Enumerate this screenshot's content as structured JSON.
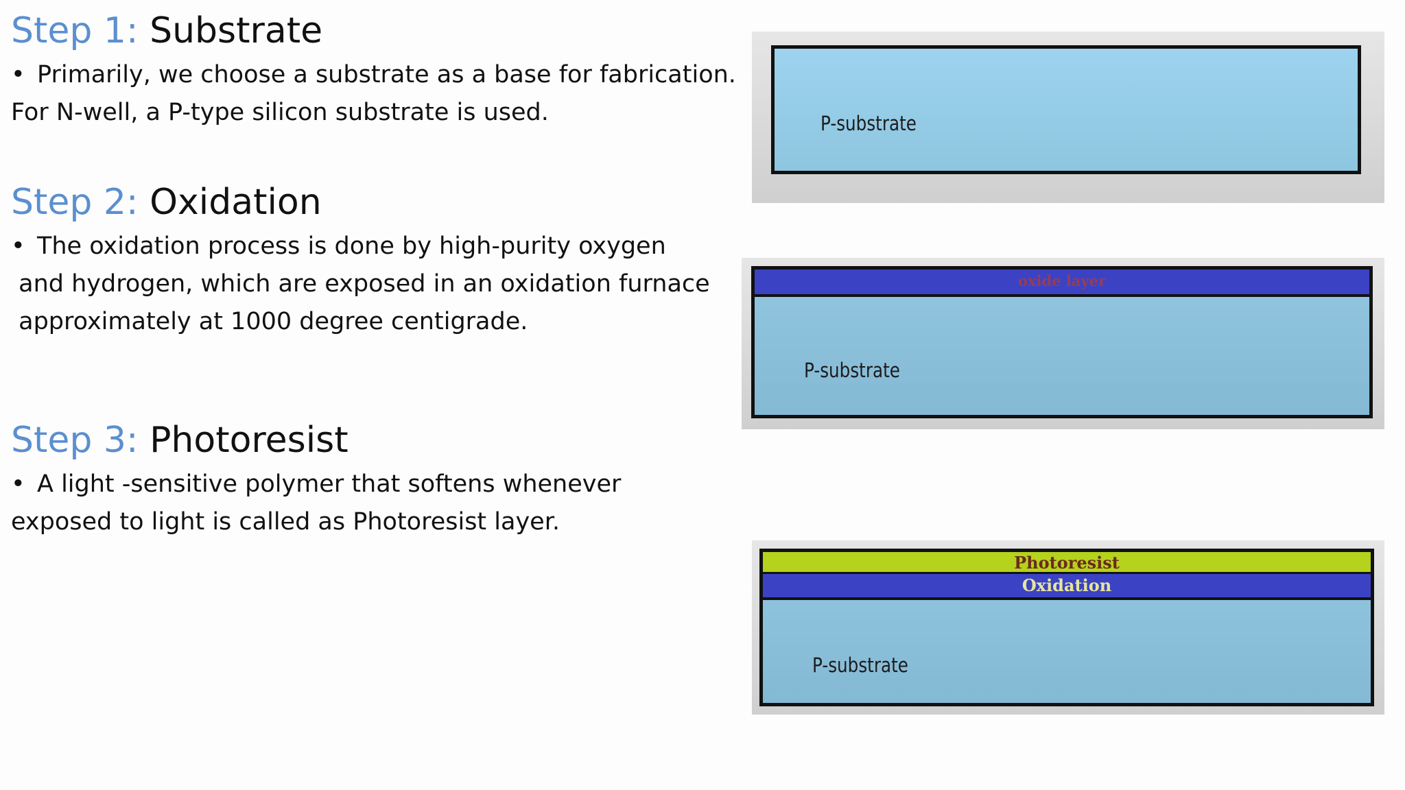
{
  "steps": [
    {
      "number": "Step 1:",
      "name": "Substrate",
      "lines": [
        "Primarily, we choose a substrate as a base for fabrication.",
        "For N-well, a P-type silicon substrate is used."
      ]
    },
    {
      "number": "Step 2:",
      "name": "Oxidation",
      "lines": [
        "The oxidation process is done by high-purity oxygen",
        " and hydrogen, which are exposed in an oxidation furnace",
        " approximately at 1000 degree centigrade."
      ]
    },
    {
      "number": "Step 3:",
      "name": "Photoresist",
      "lines": [
        "A light -sensitive polymer that softens whenever",
        "exposed to light is called as Photoresist layer."
      ]
    }
  ],
  "diagrams": {
    "d1": {
      "substrate_label": "P-substrate"
    },
    "d2": {
      "oxide_label": "oxide layer",
      "substrate_label": "P-substrate"
    },
    "d3": {
      "photoresist_label": "Photoresist",
      "oxide_label": "Oxidation",
      "substrate_label": "P-substrate"
    }
  },
  "colors": {
    "step_number": "#5b8fcf",
    "substrate_light": "#95cfe9",
    "substrate": "#8fc2dc",
    "oxide": "#3b43c4",
    "photoresist": "#b5d21c",
    "oxide_label_red": "#c0392b",
    "photoresist_label": "#6b2a1e",
    "oxidation_label": "#e6e69a"
  },
  "icons": {
    "bullet": "bullet-icon"
  }
}
